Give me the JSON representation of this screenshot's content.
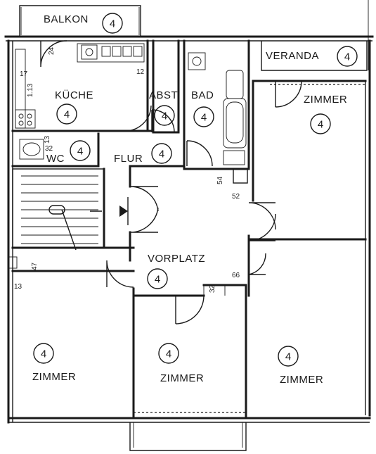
{
  "rooms": [
    {
      "id": "balkon",
      "name": "BALKON",
      "count": "4"
    },
    {
      "id": "veranda",
      "name": "VERANDA",
      "count": "4"
    },
    {
      "id": "kueche",
      "name": "KÜCHE",
      "count": "4"
    },
    {
      "id": "abst",
      "name": "ABST",
      "count": "4"
    },
    {
      "id": "bad",
      "name": "BAD",
      "count": "4"
    },
    {
      "id": "zimmer-ne",
      "name": "ZIMMER",
      "count": "4"
    },
    {
      "id": "wc",
      "name": "WC",
      "count": "4"
    },
    {
      "id": "flur",
      "name": "FLUR",
      "count": "4"
    },
    {
      "id": "vorplatz",
      "name": "VORPLATZ",
      "count": "4"
    },
    {
      "id": "zimmer-sw",
      "name": "ZIMMER",
      "count": "4"
    },
    {
      "id": "zimmer-s",
      "name": "ZIMMER",
      "count": "4"
    },
    {
      "id": "zimmer-se",
      "name": "ZIMMER",
      "count": "4"
    }
  ],
  "dimensions": [
    "24",
    "12",
    "17",
    "1.13",
    "13",
    "32",
    "54",
    "52",
    "47",
    "13",
    "66",
    "32"
  ]
}
